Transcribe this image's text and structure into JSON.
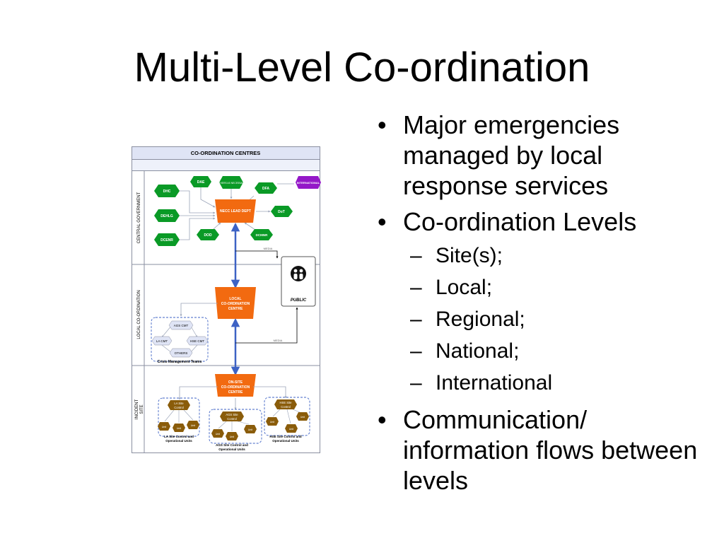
{
  "slide": {
    "title": "Multi-Level Co-ordination"
  },
  "diagram": {
    "header": "CO-ORDINATION CENTRES",
    "bands": {
      "central": "CENTRAL GOVERNMENT",
      "local": "LOCAL CO-ORDINATION",
      "incident_line1": "INCIDENT",
      "incident_line2": "SITE"
    },
    "central": {
      "lead": "NECC LEAD DEPT",
      "depts": {
        "dae": "DAE",
        "others": "OTHERS AS NECESSARY",
        "dfa": "DFA",
        "international": "INTERNATIONAL",
        "dhc": "DHC",
        "dehlg": "DEHLG",
        "dcmnr": "DCMNR",
        "dot": "DoT",
        "dod": "DOD",
        "dcenr": "DCENR"
      }
    },
    "local": {
      "centre_line1": "LOCAL",
      "centre_line2": "CO-ORDINATION",
      "centre_line3": "CENTRE",
      "ags_cmt": "AGS CMT",
      "la_cmt": "LA CMT",
      "hse_cmt": "HSE CMT",
      "others": "OTHERS",
      "cmt_caption": "Crisis Management Teams"
    },
    "site": {
      "centre_line1": "ON-SITE",
      "centre_line2": "CO-ORDINATION",
      "centre_line3": "CENTRE",
      "la_control_line1": "LA Site",
      "la_control_line2": "Control",
      "ags_control_line1": "AGS Site",
      "ags_control_line2": "Control",
      "hse_control_line1": "HSE Site",
      "hse_control_line2": "Control",
      "unit": "Unit",
      "la_caption_line1": "LA Site Control and",
      "la_caption_line2": "Operational Units",
      "ags_caption_line1": "AGS Site Control and",
      "ags_caption_line2": "Operational Units",
      "hse_caption_line1": "HSE Site Control and",
      "hse_caption_line2": "Operational Units"
    },
    "public": {
      "label": "PUBLIC",
      "link_upper": "MEDIA",
      "link_lower": "MEDIA"
    },
    "colors": {
      "green": "#0a9a26",
      "orange": "#f26a10",
      "purple": "#9418c8",
      "brown": "#8a5c0a",
      "band_fill": "#dfe4f5",
      "connector": "#3d62c4",
      "dashed": "#3d62c4",
      "grey_arrow": "#9aa4b8"
    }
  },
  "bullets": {
    "b1": "Major emergencies managed by local response services",
    "b2": "Co-ordination Levels",
    "levels": {
      "l1": "Site(s);",
      "l2": "Local;",
      "l3": "Regional;",
      "l4": "National;",
      "l5": "International"
    },
    "b3": "Communication/ information flows between levels"
  }
}
